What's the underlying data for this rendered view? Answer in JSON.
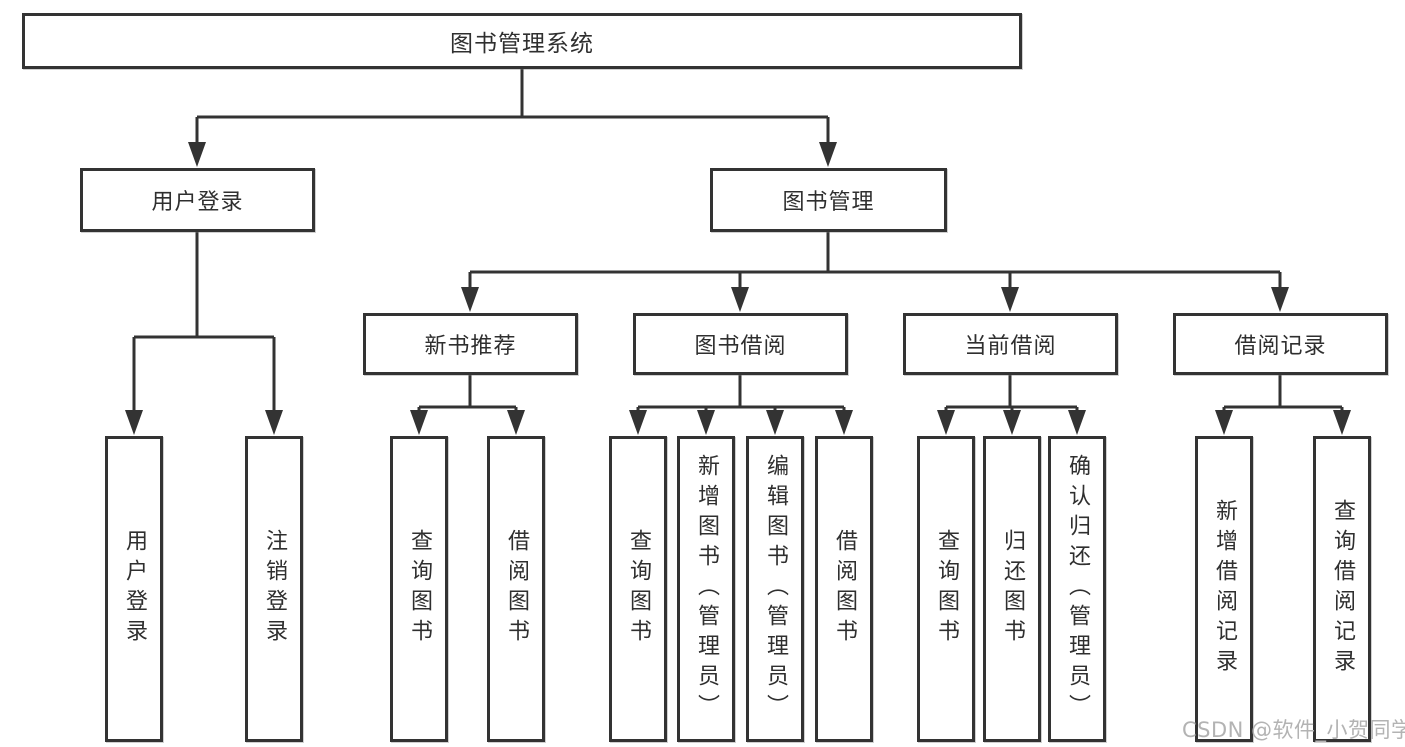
{
  "diagram": {
    "root": "图书管理系统",
    "level2": [
      {
        "label": "用户登录",
        "children": [
          "用户登录",
          "注销登录"
        ]
      },
      {
        "label": "图书管理",
        "groups": [
          {
            "label": "新书推荐",
            "children": [
              "查询图书",
              "借阅图书"
            ]
          },
          {
            "label": "图书借阅",
            "children": [
              "查询图书",
              "新增图书（管理员）",
              "编辑图书（管理员）",
              "借阅图书"
            ]
          },
          {
            "label": "当前借阅",
            "children": [
              "查询图书",
              "归还图书",
              "确认归还（管理员）"
            ]
          },
          {
            "label": "借阅记录",
            "children": [
              "新增借阅记录",
              "查询借阅记录"
            ]
          }
        ]
      }
    ]
  },
  "watermark": "CSDN @软件_小贺同学",
  "colors": {
    "line": "#333333",
    "border": "#333333",
    "text": "#2f2f2f",
    "watermark": "#b3b3b3",
    "background": "#ffffff"
  }
}
